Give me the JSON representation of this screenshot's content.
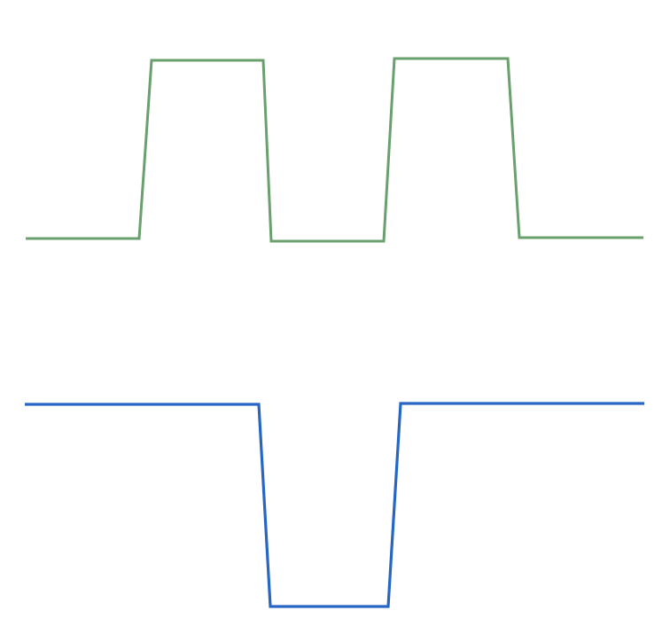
{
  "colors": {
    "background": "#ffffff",
    "signal_upper": "#6a9f6e",
    "signal_lower": "#2866c4"
  },
  "signals": [
    {
      "id": "upper",
      "color_key": "signal_upper",
      "shape": "two positive rectangular pulses",
      "levels": {
        "low": 0,
        "high": 1
      },
      "segments": [
        {
          "level": "low"
        },
        {
          "level": "high"
        },
        {
          "level": "low"
        },
        {
          "level": "high"
        },
        {
          "level": "low"
        }
      ]
    },
    {
      "id": "lower",
      "color_key": "signal_lower",
      "shape": "single negative rectangular pulse",
      "levels": {
        "low": 0,
        "high": 1
      },
      "segments": [
        {
          "level": "high"
        },
        {
          "level": "low"
        },
        {
          "level": "high"
        }
      ]
    }
  ]
}
